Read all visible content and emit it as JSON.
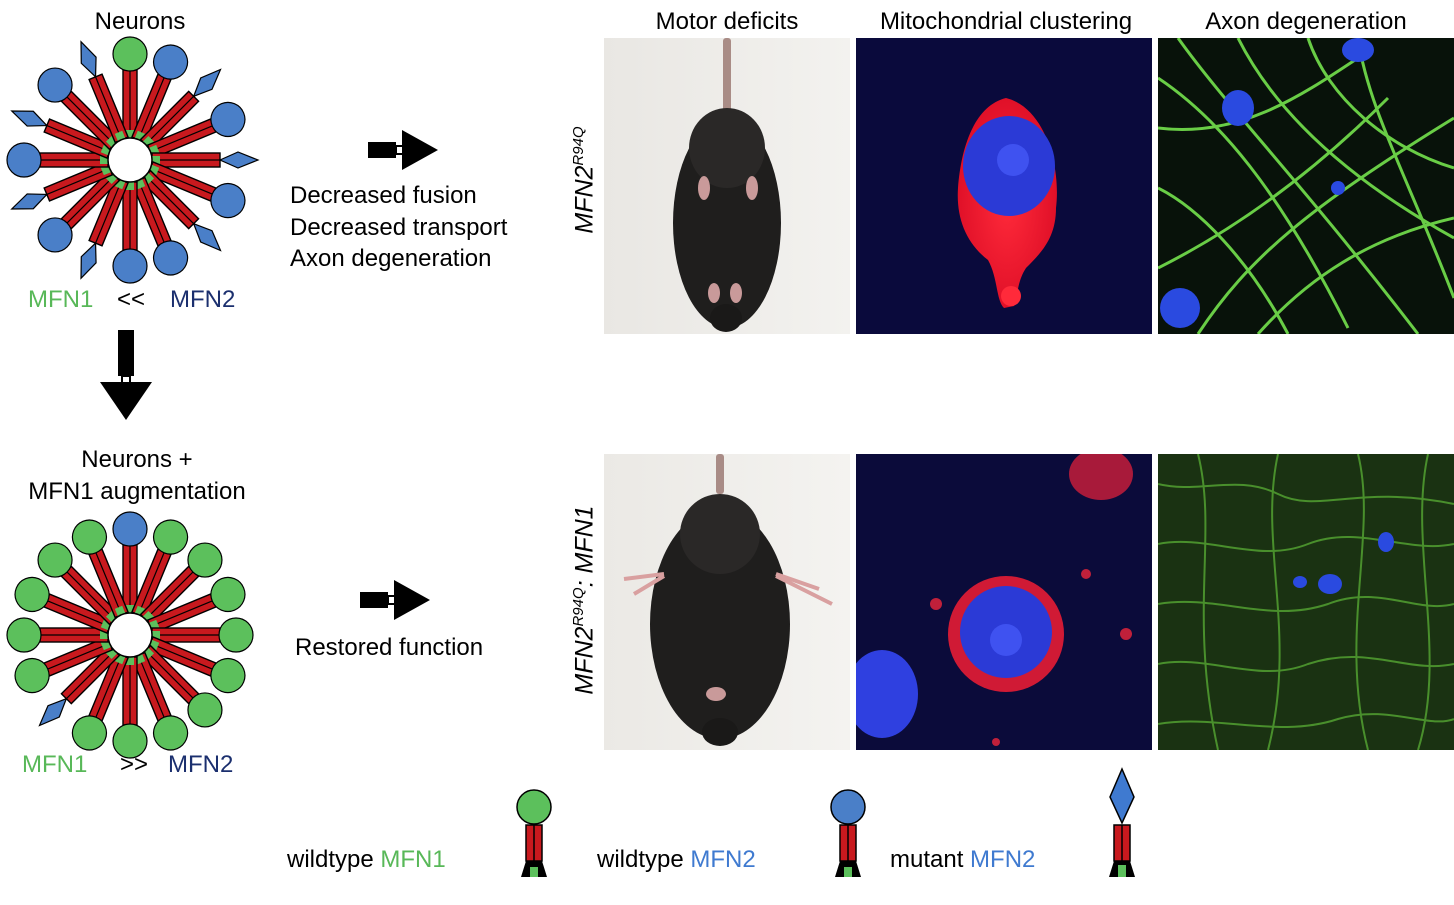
{
  "left": {
    "top_title": "Neurons",
    "top_ratio": {
      "left": "MFN1",
      "op": "<<",
      "right": "MFN2"
    },
    "bottom_title_line1": "Neurons +",
    "bottom_title_line2": "MFN1 augmentation",
    "bottom_ratio": {
      "left": "MFN1",
      "op": ">>",
      "right": "MFN2"
    }
  },
  "middle": {
    "top_effects": [
      "Decreased fusion",
      "Decreased transport",
      "Axon degeneration"
    ],
    "bottom_effect": "Restored function"
  },
  "columns": [
    "Motor deficits",
    "Mitochondrial clustering",
    "Axon degeneration"
  ],
  "rows": [
    {
      "genotype_base": "MFN2",
      "genotype_sup": "R94Q",
      "genotype_suffix": ""
    },
    {
      "genotype_base": "MFN2",
      "genotype_sup": "R94Q",
      "genotype_suffix": ": MFN1"
    }
  ],
  "legend": [
    {
      "prefix": "wildtype ",
      "name": "MFN1",
      "head": "circle",
      "head_color": "#5cc05c"
    },
    {
      "prefix": "wildtype ",
      "name": "MFN2",
      "head": "circle",
      "head_color": "#4a7fc8"
    },
    {
      "prefix": "mutant ",
      "name": "MFN2",
      "head": "diamond",
      "head_color": "#3f7ad0"
    }
  ],
  "colors": {
    "mfn1_green": "#5cc05c",
    "mfn2_blue": "#4a7fc8",
    "stalk_red": "#c8191e",
    "label_navy": "#1b2f6e",
    "label_blue": "#3f7ad0"
  }
}
